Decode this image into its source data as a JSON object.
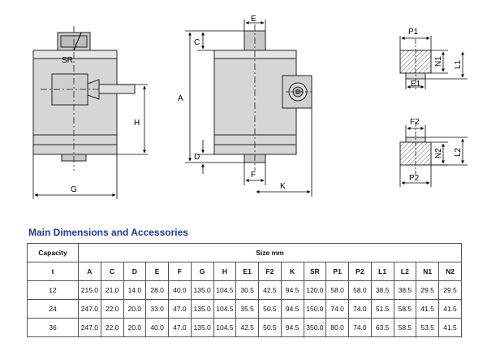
{
  "drawing_labels": {
    "front": {
      "sr": "SR",
      "g": "G",
      "h": "H"
    },
    "side": {
      "e": "E",
      "c": "C",
      "a": "A",
      "d": "D",
      "f": "F",
      "k": "K"
    },
    "accessory_top": {
      "p1": "P1",
      "n1": "N1",
      "l1": "L1",
      "e1": "E1"
    },
    "accessory_bottom": {
      "f2": "F2",
      "n2": "N2",
      "l2": "L2",
      "p2": "P2"
    }
  },
  "section_title": "Main Dimensions and Accessories",
  "table": {
    "capacity_label": "Capacity",
    "size_label": "Size mm",
    "unit_label": "t",
    "columns": [
      "A",
      "C",
      "D",
      "E",
      "F",
      "G",
      "H",
      "E1",
      "F2",
      "K",
      "SR",
      "P1",
      "P2",
      "L1",
      "L2",
      "N1",
      "N2"
    ],
    "rows": [
      {
        "capacity": "12",
        "values": [
          "215.0",
          "21.0",
          "14.0",
          "28.0",
          "40.0",
          "135.0",
          "104.5",
          "30.5",
          "42.5",
          "94.5",
          "120.0",
          "58.0",
          "58.0",
          "38.5",
          "38.5",
          "29.5",
          "29.5"
        ]
      },
      {
        "capacity": "24",
        "values": [
          "247.0",
          "22.0",
          "20.0",
          "33.0",
          "47.0",
          "135.0",
          "104.5",
          "35.5",
          "50.5",
          "94.5",
          "150.0",
          "74.0",
          "74.0",
          "51.5",
          "58.5",
          "41.5",
          "41.5"
        ]
      },
      {
        "capacity": "36",
        "values": [
          "247.0",
          "22.0",
          "20.0",
          "40.0",
          "47.0",
          "135.0",
          "104.5",
          "42.5",
          "50.5",
          "94.5",
          "350.0",
          "80.0",
          "74.0",
          "63.5",
          "58.5",
          "53.5",
          "41.5"
        ]
      }
    ]
  }
}
